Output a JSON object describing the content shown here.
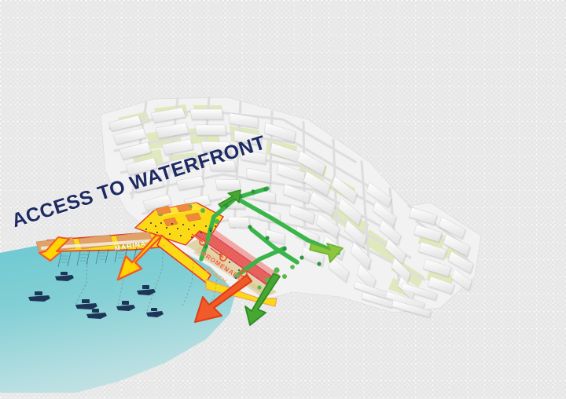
{
  "figure": {
    "title": "ACCESS TO WATERFRONT",
    "kind": "urban-design-axonometric-diagram"
  },
  "map_labels": [
    {
      "id": "marina",
      "text": "MARINA",
      "color": "#ffffff"
    },
    {
      "id": "promenade",
      "text": "PROMENADE",
      "color": "#f25c3c"
    },
    {
      "id": "beach",
      "text": "BEACH",
      "color": "#f0a35a"
    }
  ],
  "palette": {
    "background": "#ececec",
    "title_navy": "#1d2a63",
    "water_teal": "#74c9cf",
    "water_teal_deep": "#5cbcc4",
    "promenade_red": "#e8685f",
    "promenade_outline": "#d4246a",
    "plaza_yellow": "#fcd917",
    "plaza_outline": "#e8322a",
    "green_corridor": "#3bb54a",
    "green_arrow": "#8cc63f",
    "orange_arrow": "#f15a29",
    "yellow_arrow": "#ffd400",
    "sand": "#e3d3a8",
    "pier_wood": "#e0a267",
    "city_building": "#f7f7f7",
    "city_park": "#dfe9bd",
    "city_road": "#d9d9d9",
    "boat_navy": "#1d3557"
  },
  "legend_arrows": [
    {
      "id": "arrow-marina-west",
      "direction": "southwest",
      "color": "#ffd400",
      "outline": "#f15a29"
    },
    {
      "id": "arrow-harbour-southwest",
      "direction": "southwest",
      "color": "#ffd400",
      "outline": "#f15a29"
    },
    {
      "id": "arrow-beach-southwest",
      "direction": "southwest",
      "color": "#f15a29",
      "outline": "#f15a29"
    },
    {
      "id": "arrow-green-south",
      "direction": "south",
      "color": "#8cc63f",
      "outline": "#4aa83c"
    },
    {
      "id": "arrow-green-east",
      "direction": "east",
      "color": "#8cc63f",
      "outline": "#4aa83c"
    }
  ]
}
